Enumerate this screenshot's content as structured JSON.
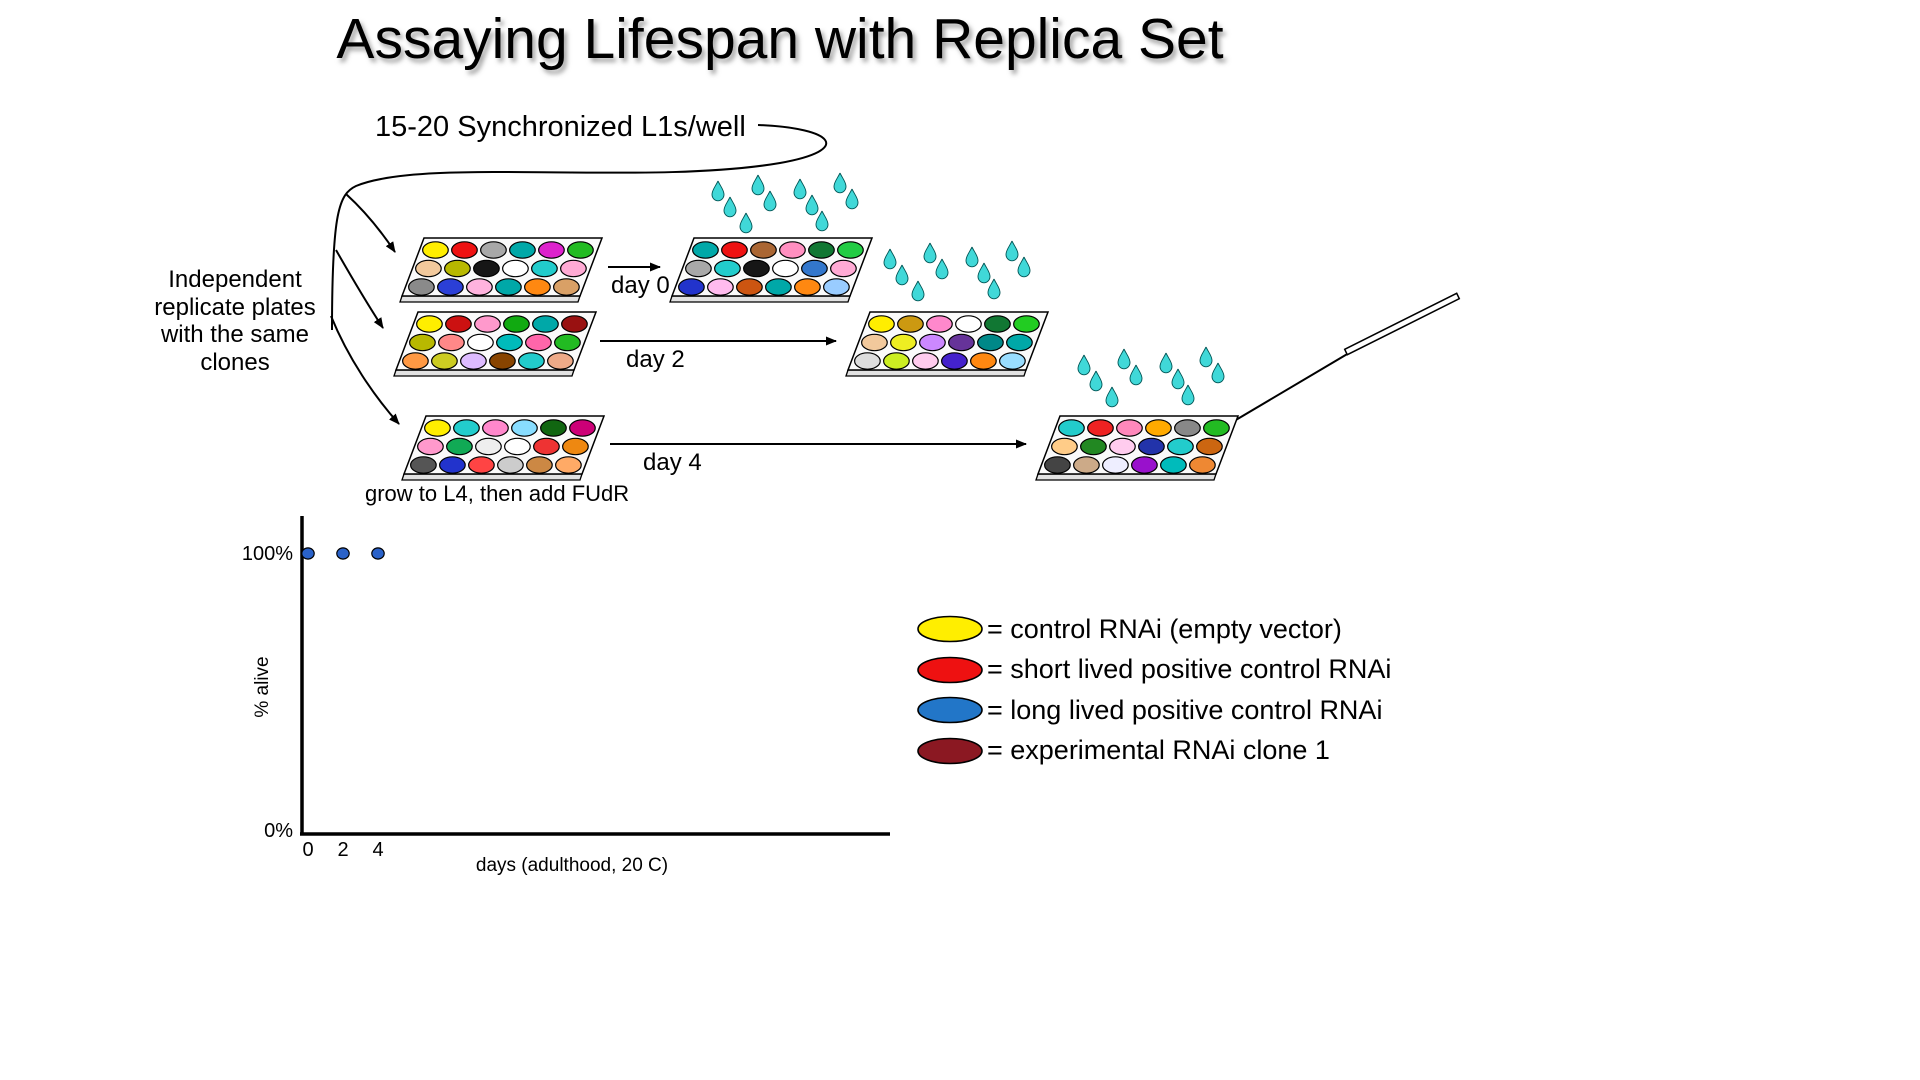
{
  "title": "Assaying Lifespan with Replica Set",
  "labels": {
    "synchronized": "15-20 Synchronized L1s/well",
    "replicates": "Independent replicate plates with the same clones",
    "grow": "grow to L4, then add FUdR",
    "day0": "day 0",
    "day2": "day 2",
    "day4": "day 4"
  },
  "legend": [
    {
      "color": "#ffee00",
      "label": "= control RNAi (empty vector)"
    },
    {
      "color": "#ee1111",
      "label": "= short lived positive control RNAi"
    },
    {
      "color": "#2276c8",
      "label": "= long lived positive control RNAi"
    },
    {
      "color": "#8b1822",
      "label": "= experimental RNAi clone 1"
    }
  ],
  "chart_data": {
    "type": "scatter",
    "title": "",
    "xlabel": "days (adulthood, 20 C)",
    "ylabel": "% alive",
    "x_ticks": [
      "0",
      "2",
      "4"
    ],
    "y_tick_top": "100%",
    "y_tick_bottom": "0%",
    "xlim": [
      0,
      33
    ],
    "ylim": [
      0,
      100
    ],
    "grid": false,
    "point_color": "#2a62c9",
    "points": [
      {
        "x": 0,
        "y": 100
      },
      {
        "x": 2,
        "y": 100
      },
      {
        "x": 4,
        "y": 100
      }
    ]
  },
  "droplet_color": "#40d8d8",
  "plates": [
    {
      "name": "day0-source",
      "wells": [
        [
          "#ffee00",
          "#ee1111",
          "#a8a8a8",
          "#00a8a8",
          "#dd22cc",
          "#22bb22"
        ],
        [
          "#f2c99c",
          "#b8b800",
          "#161616",
          "#ffffff",
          "#22cccc",
          "#ffaad4"
        ],
        [
          "#8a8a8a",
          "#2b3fd6",
          "#ffb3de",
          "#00a8a8",
          "#ff8811",
          "#d9a066"
        ]
      ]
    },
    {
      "name": "day0-scored",
      "wells": [
        [
          "#00a8a8",
          "#ee1111",
          "#aa6633",
          "#ff8fc0",
          "#117733",
          "#22cc44"
        ],
        [
          "#a8a8a8",
          "#22cccc",
          "#161616",
          "#ffffff",
          "#3377cc",
          "#ffaad4"
        ],
        [
          "#2233cc",
          "#ffbbee",
          "#cc5511",
          "#00a8a8",
          "#ff8811",
          "#99ccff"
        ]
      ]
    },
    {
      "name": "day2-source",
      "wells": [
        [
          "#ffee00",
          "#cc1111",
          "#ff99cc",
          "#11aa11",
          "#00a8a8",
          "#991111"
        ],
        [
          "#b8b800",
          "#ff8888",
          "#ffffff",
          "#00bbbb",
          "#ff66aa",
          "#22bb22"
        ],
        [
          "#ff9944",
          "#cccc22",
          "#ddbbff",
          "#884400",
          "#22cccc",
          "#eeaa88"
        ]
      ]
    },
    {
      "name": "day2-scored",
      "wells": [
        [
          "#ffee00",
          "#cc9911",
          "#ff88cc",
          "#ffffff",
          "#117733",
          "#22cc22"
        ],
        [
          "#f2c99c",
          "#eeee22",
          "#cc88ff",
          "#663399",
          "#008888",
          "#00a8a8"
        ],
        [
          "#dddddd",
          "#ccee22",
          "#ffccee",
          "#4422cc",
          "#ff8811",
          "#99ddff"
        ]
      ]
    },
    {
      "name": "day4-source",
      "wells": [
        [
          "#ffee00",
          "#22cccc",
          "#ff88cc",
          "#88ddff",
          "#116611",
          "#cc0077"
        ],
        [
          "#ff99cc",
          "#11aa55",
          "#eeeeee",
          "#ffffff",
          "#ee3333",
          "#ee8811"
        ],
        [
          "#555555",
          "#2233cc",
          "#ff4444",
          "#cccccc",
          "#cc8844",
          "#ffaa66"
        ]
      ]
    },
    {
      "name": "day4-scored",
      "wells": [
        [
          "#22cccc",
          "#ee2222",
          "#ff88bb",
          "#ffaa00",
          "#888888",
          "#22bb22"
        ],
        [
          "#ffcc88",
          "#228822",
          "#ffccee",
          "#2233aa",
          "#22cccc",
          "#cc6611"
        ],
        [
          "#444444",
          "#ccaa88",
          "#eeeeff",
          "#9911cc",
          "#00bbbb",
          "#ee8833"
        ]
      ]
    }
  ]
}
